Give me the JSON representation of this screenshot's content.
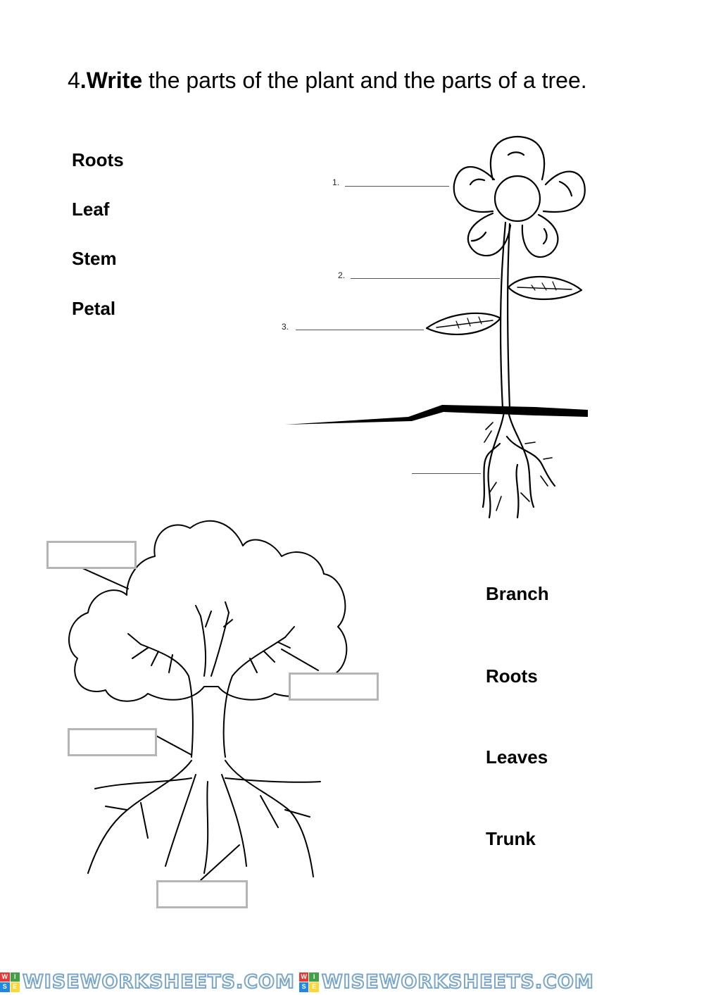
{
  "instruction": {
    "number": "4",
    "verb": ".Write",
    "rest": " the parts of the plant and the parts of a  tree."
  },
  "plant_word_bank": [
    "Roots",
    "Leaf",
    "Stem",
    "Petal"
  ],
  "tree_word_bank": [
    "Branch",
    "Roots",
    "Leaves",
    "Trunk"
  ],
  "plant_blanks": [
    "1.",
    "2.",
    "3."
  ],
  "footer": {
    "brand": "WISEWORKSHEETS.COM",
    "logo_letters": [
      "W",
      "I",
      "S",
      "E"
    ]
  },
  "colors": {
    "line": "#000000",
    "box_border": "#b5b5b5",
    "brand_stroke": "#7aa6c9",
    "logo": [
      "#e53935",
      "#43a047",
      "#1e88e5",
      "#fdd835"
    ]
  }
}
